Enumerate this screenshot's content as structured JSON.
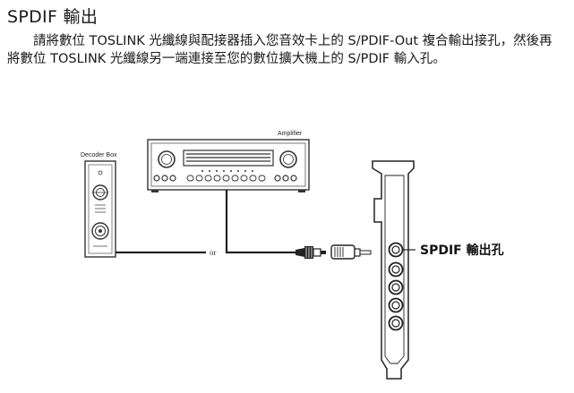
{
  "section": {
    "title": "SPDIF 輸出",
    "paragraph": "請將數位 TOSLINK 光纖線與配接器插入您音效卡上的 S/PDIF-Out 複合輸出接孔，然後再將數位 TOSLINK 光纖線另一端連接至您的數位擴大機上的 S/PDIF 輸入孔。"
  },
  "diagram": {
    "amplifier_label": "Amplifier",
    "decoder_label": "Decoder Box",
    "or_label": "or",
    "port_label": "SPDIF 輸出孔"
  }
}
